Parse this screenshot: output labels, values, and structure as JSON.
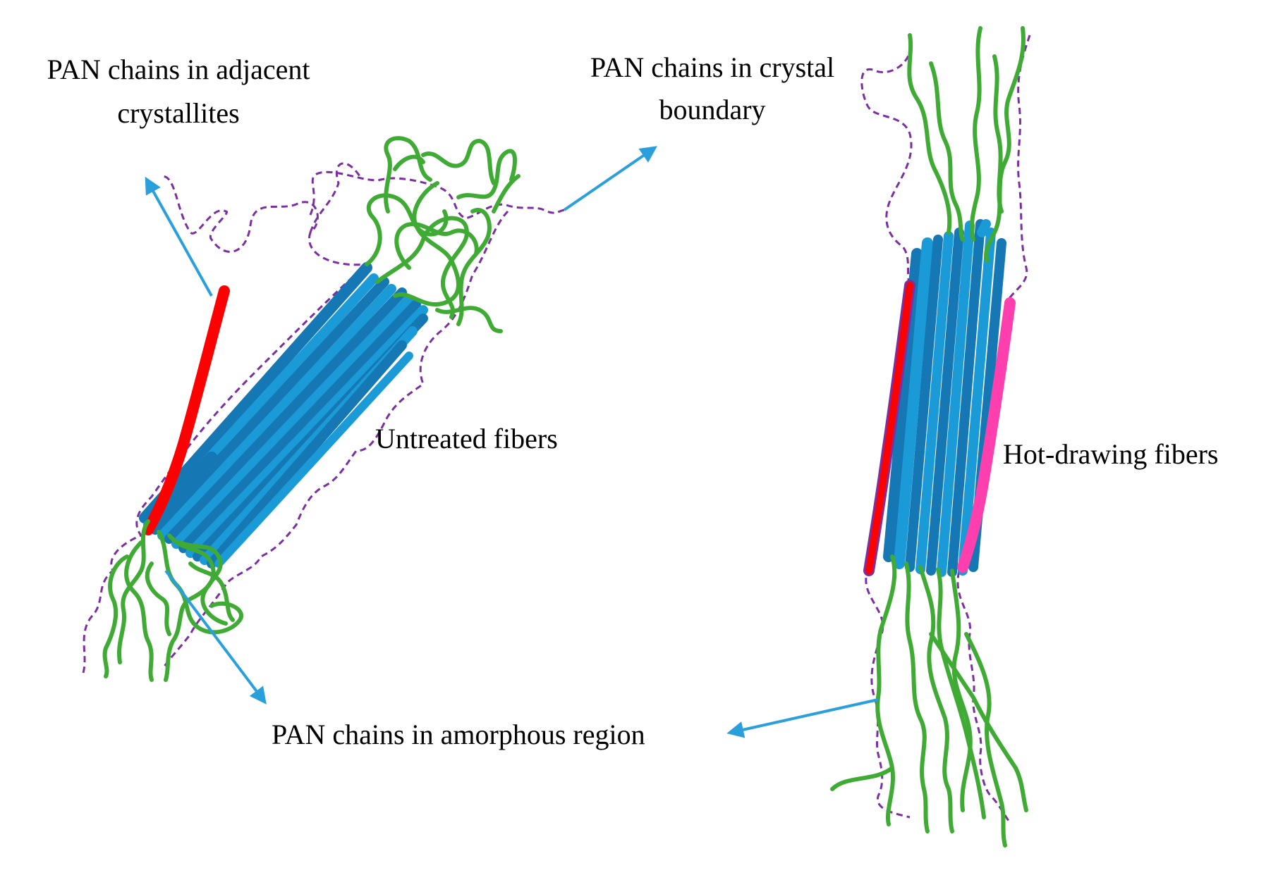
{
  "labels": {
    "adjacent_line1": "PAN chains in adjacent",
    "adjacent_line2": "crystallites",
    "boundary_line1": "PAN chains in crystal",
    "boundary_line2": "boundary",
    "untreated": "Untreated fibers",
    "hot_drawing": "Hot-drawing fibers",
    "amorphous": "PAN chains in amorphous region"
  },
  "colors": {
    "crystal_blue": "#1b9ad8",
    "crystal_edge": "#1577b3",
    "amorphous_green": "#3fab35",
    "boundary_purple": "#7b2fa0",
    "adjacent_red": "#ff0000",
    "adjacent_pink": "#ff3fae",
    "arrow_blue": "#29a0dc"
  }
}
